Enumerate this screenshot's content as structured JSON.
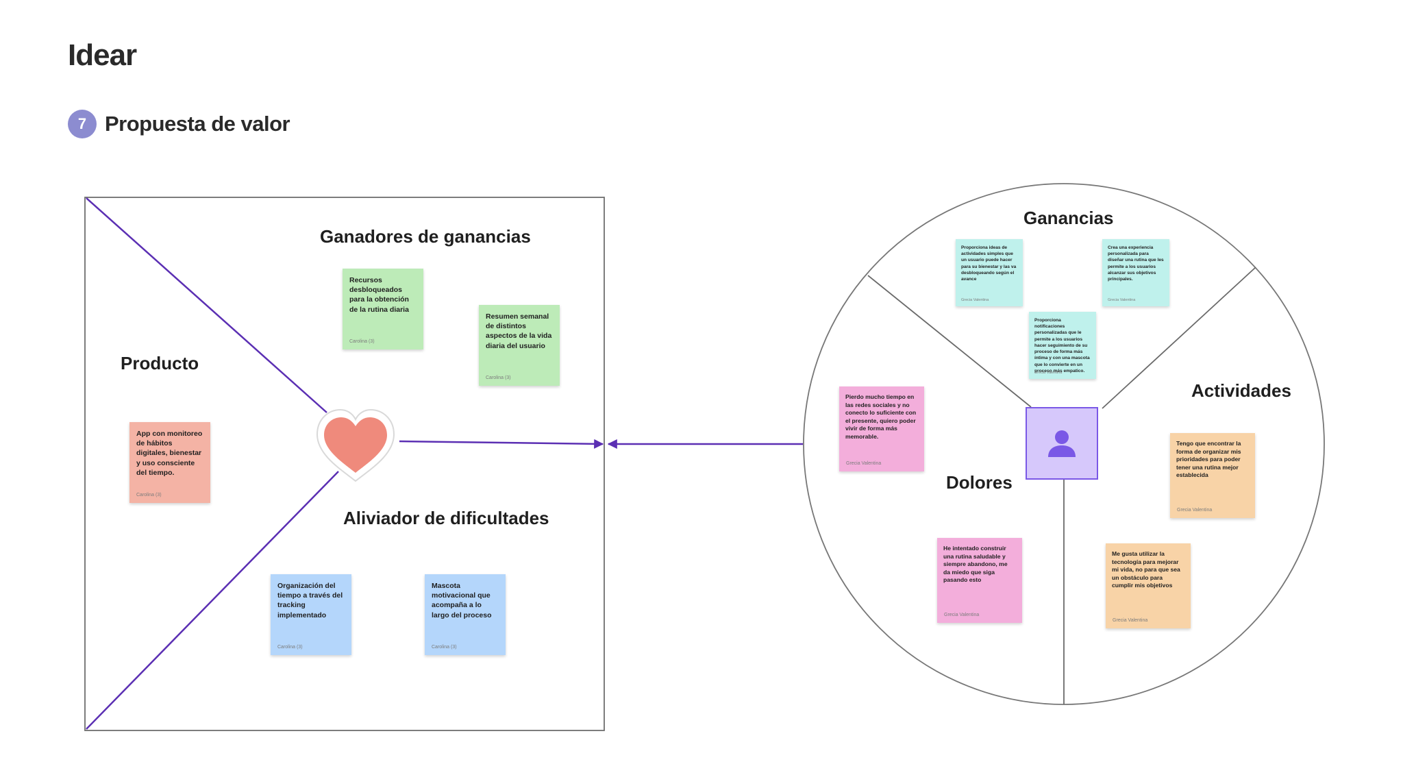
{
  "header": {
    "title": "Idear",
    "step_number": "7",
    "step_title": "Propuesta de valor"
  },
  "colors": {
    "accent_line": "#5b2fb3",
    "badge": "#8c8cd0",
    "note_green": "#bdebb8",
    "note_blue": "#b4d6fb",
    "note_salmon": "#f4b3a5",
    "note_teal": "#bff1ec",
    "note_pink": "#f3aedb",
    "note_orange": "#f8d3a7",
    "heart": "#ef8a7c",
    "avatar_fill": "#d6c8fb",
    "avatar_icon": "#7a58e6"
  },
  "value_map": {
    "labels": {
      "gain_creators": "Ganadores de ganancias",
      "product": "Producto",
      "pain_relievers": "Aliviador de dificultades"
    },
    "icon": "heart-icon",
    "notes": {
      "gain_1": {
        "text": "Recursos desbloqueados para la obtención de la rutina diaria",
        "author": "Carolina (3)"
      },
      "gain_2": {
        "text": "Resumen semanal de distintos aspectos de la vida diaria del usuario",
        "author": "Carolina (3)"
      },
      "product_1": {
        "text": "App con monitoreo de hábitos digitales, bienestar y uso consciente del tiempo.",
        "author": "Carolina (3)"
      },
      "pain_1": {
        "text": "Organización del tiempo a través del tracking implementado",
        "author": "Carolina (3)"
      },
      "pain_2": {
        "text": "Mascota motivacional que acompaña a lo largo del proceso",
        "author": "Carolina (3)"
      }
    }
  },
  "customer_profile": {
    "labels": {
      "gains": "Ganancias",
      "jobs": "Actividades",
      "pains": "Dolores"
    },
    "icon": "user-icon",
    "notes": {
      "gain_1": {
        "text": "Proporciona ideas de actividades simples que un usuario puede hacer para su bienestar y las va desbloqueando según el avance",
        "author": "Grecia Valentina"
      },
      "gain_2": {
        "text": "Crea una experiencia personalizada para diseñar una rutina que les permite a los usuarios alcanzar sus objetivos principales.",
        "author": "Grecia Valentina"
      },
      "gain_3": {
        "text": "Proporciona notificaciones personalizadas que le permite a los usuarios hacer seguimiento de su proceso de forma más íntima y con una mascota que lo convierte en un proceso más empatico.",
        "author": "Grecia Valentina"
      },
      "pain_1": {
        "text": "Pierdo mucho tiempo en las redes sociales y no conecto lo suficiente con el presente, quiero poder vivir de forma más memorable.",
        "author": "Grecia Valentina"
      },
      "pain_2": {
        "text": "He intentado construir una rutina saludable y siempre abandono, me da miedo que siga pasando esto",
        "author": "Grecia Valentina"
      },
      "job_1": {
        "text": "Tengo que encontrar la forma de organizar mis prioridades para poder tener una rutina mejor establecida",
        "author": "Grecia Valentina"
      },
      "job_2": {
        "text": "Me gusta utilizar la tecnología para mejorar mi vida, no para que sea un obstáculo para cumplir mis objetivos",
        "author": "Grecia Valentina"
      }
    }
  }
}
